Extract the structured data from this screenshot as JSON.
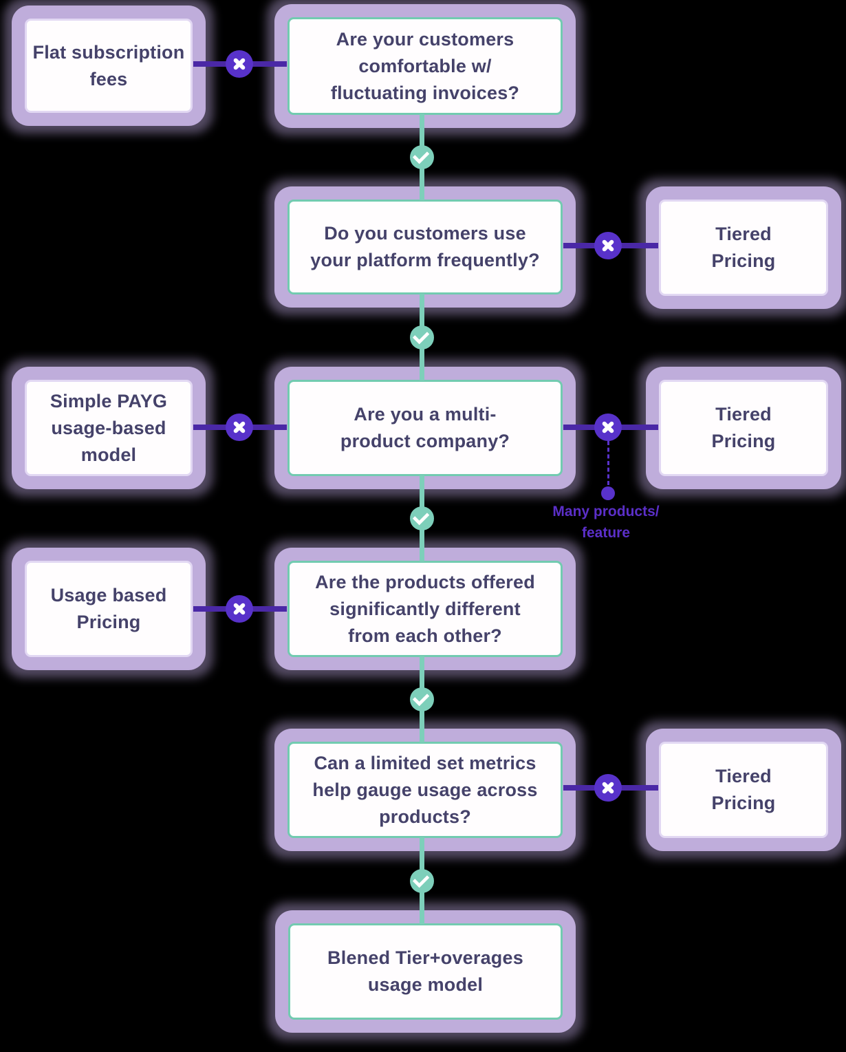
{
  "diagram": {
    "background": "#000000",
    "colors": {
      "question_border": "#72cbb0",
      "answer_border": "#e2d8f3",
      "glow": "#c5b2e1",
      "node_background": "#fffdfe",
      "node_text": "#45426a",
      "no_line": "#4a28a6",
      "no_badge": "#5832ca",
      "yes_line": "#7dcfba",
      "yes_badge": "#7dcfba",
      "annotation_text": "#5b2fc8"
    },
    "icons": {
      "no": "x-cross-icon",
      "yes": "checkmark-icon"
    },
    "nodes": [
      {
        "id": "flat-subscription-fees",
        "kind": "answer",
        "lines": [
          "Flat subscription",
          "fees"
        ]
      },
      {
        "id": "q-fluctuating-invoices",
        "kind": "question",
        "lines": [
          "Are your customers",
          "comfortable w/",
          "fluctuating invoices?"
        ]
      },
      {
        "id": "q-platform-frequency",
        "kind": "question",
        "lines": [
          "Do you customers use",
          "your platform frequently?"
        ]
      },
      {
        "id": "tiered-pricing-1",
        "kind": "answer",
        "lines": [
          "Tiered",
          "Pricing"
        ]
      },
      {
        "id": "simple-payg-model",
        "kind": "answer",
        "lines": [
          "Simple PAYG",
          "usage-based",
          "model"
        ]
      },
      {
        "id": "q-multi-product",
        "kind": "question",
        "lines": [
          "Are you a multi-",
          "product company?"
        ]
      },
      {
        "id": "tiered-pricing-2",
        "kind": "answer",
        "lines": [
          "Tiered",
          "Pricing"
        ]
      },
      {
        "id": "usage-based-pricing",
        "kind": "answer",
        "lines": [
          "Usage based",
          "Pricing"
        ]
      },
      {
        "id": "q-products-different",
        "kind": "question",
        "lines": [
          "Are the products offered",
          "significantly different",
          "from each other?"
        ]
      },
      {
        "id": "q-limited-metrics",
        "kind": "question",
        "lines": [
          "Can a limited set metrics",
          "help gauge usage across",
          "products?"
        ]
      },
      {
        "id": "tiered-pricing-3",
        "kind": "answer",
        "lines": [
          "Tiered",
          "Pricing"
        ]
      },
      {
        "id": "blended-result",
        "kind": "question",
        "lines": [
          "Blened Tier+overages",
          "usage model"
        ]
      }
    ],
    "annotation": {
      "lines": [
        "Many products/",
        "feature"
      ]
    }
  }
}
